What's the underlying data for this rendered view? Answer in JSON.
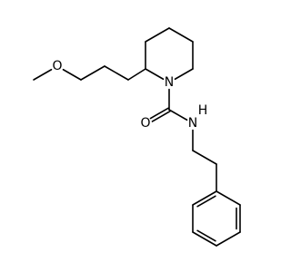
{
  "molecule": {
    "atoms": [
      {
        "id": "me",
        "label": ""
      },
      {
        "id": "o1",
        "label": "O"
      },
      {
        "id": "c1",
        "label": ""
      },
      {
        "id": "c2",
        "label": ""
      },
      {
        "id": "c3",
        "label": ""
      },
      {
        "id": "r2",
        "label": ""
      },
      {
        "id": "r3",
        "label": ""
      },
      {
        "id": "r4",
        "label": ""
      },
      {
        "id": "r5",
        "label": ""
      },
      {
        "id": "r6",
        "label": ""
      },
      {
        "id": "n1",
        "label": "N"
      },
      {
        "id": "cc",
        "label": ""
      },
      {
        "id": "o2",
        "label": "O"
      },
      {
        "id": "n2",
        "label": "N"
      },
      {
        "id": "h",
        "label": "H"
      },
      {
        "id": "e1",
        "label": ""
      },
      {
        "id": "e2",
        "label": ""
      },
      {
        "id": "p1",
        "label": ""
      },
      {
        "id": "p2",
        "label": ""
      },
      {
        "id": "p3",
        "label": ""
      },
      {
        "id": "p4",
        "label": ""
      },
      {
        "id": "p5",
        "label": ""
      },
      {
        "id": "p6",
        "label": ""
      }
    ],
    "bonds": [
      {
        "a": "me",
        "b": "o1",
        "order": 1
      },
      {
        "a": "o1",
        "b": "c1",
        "order": 1
      },
      {
        "a": "c1",
        "b": "c2",
        "order": 1
      },
      {
        "a": "c2",
        "b": "c3",
        "order": 1
      },
      {
        "a": "c3",
        "b": "r2",
        "order": 1
      },
      {
        "a": "r2",
        "b": "r3",
        "order": 1
      },
      {
        "a": "r3",
        "b": "r4",
        "order": 1
      },
      {
        "a": "r4",
        "b": "r5",
        "order": 1
      },
      {
        "a": "r5",
        "b": "r6",
        "order": 1
      },
      {
        "a": "r6",
        "b": "n1",
        "order": 1
      },
      {
        "a": "n1",
        "b": "r2",
        "order": 1
      },
      {
        "a": "n1",
        "b": "cc",
        "order": 1
      },
      {
        "a": "cc",
        "b": "o2",
        "order": 2
      },
      {
        "a": "cc",
        "b": "n2",
        "order": 1
      },
      {
        "a": "n2",
        "b": "e1",
        "order": 1
      },
      {
        "a": "e1",
        "b": "e2",
        "order": 1
      },
      {
        "a": "e2",
        "b": "p1",
        "order": 1
      },
      {
        "a": "p1",
        "b": "p2",
        "order": 2
      },
      {
        "a": "p2",
        "b": "p3",
        "order": 1
      },
      {
        "a": "p3",
        "b": "p4",
        "order": 2
      },
      {
        "a": "p4",
        "b": "p5",
        "order": 1
      },
      {
        "a": "p5",
        "b": "p6",
        "order": 2
      },
      {
        "a": "p6",
        "b": "p1",
        "order": 1
      }
    ]
  },
  "colors": {
    "ink": "#000000",
    "background": "#ffffff"
  }
}
